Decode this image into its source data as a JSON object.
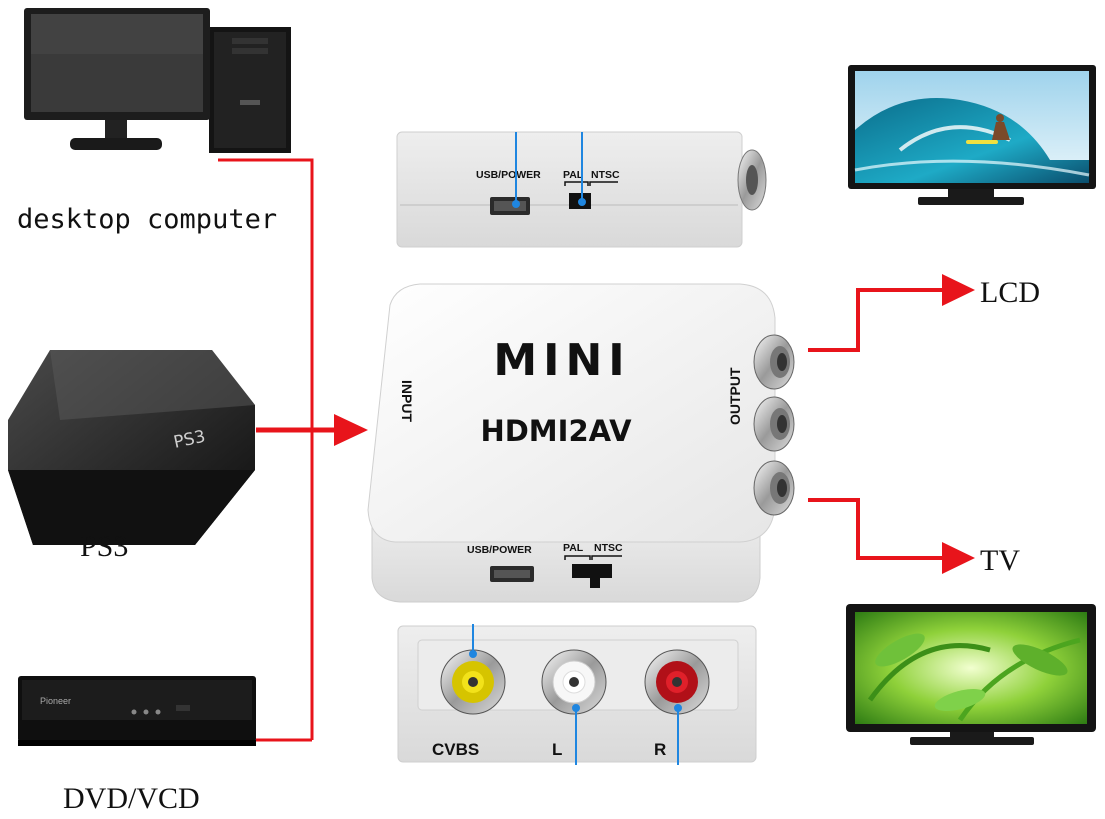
{
  "sources": {
    "desktop": "desktop computer",
    "ps3": "PS3",
    "dvd": "DVD/VCD"
  },
  "outputs": {
    "lcd": "LCD",
    "tv": "TV"
  },
  "converter": {
    "title": "MINI",
    "model": "HDMI2AV",
    "input_label": "INPUT",
    "output_label": "OUTPUT",
    "usb_label": "USB/POWER",
    "pal_label": "PAL",
    "ntsc_label": "NTSC"
  },
  "av_panel": {
    "cvbs_label": "CVBS",
    "left_label": "L",
    "right_label": "R"
  },
  "device_marks": {
    "ps3_logo": "PS3",
    "dvd_brand": "Pioneer"
  },
  "colors": {
    "arrow": "#e8141b",
    "callout": "#1f86e0",
    "device_body": "#f4f4f4"
  }
}
